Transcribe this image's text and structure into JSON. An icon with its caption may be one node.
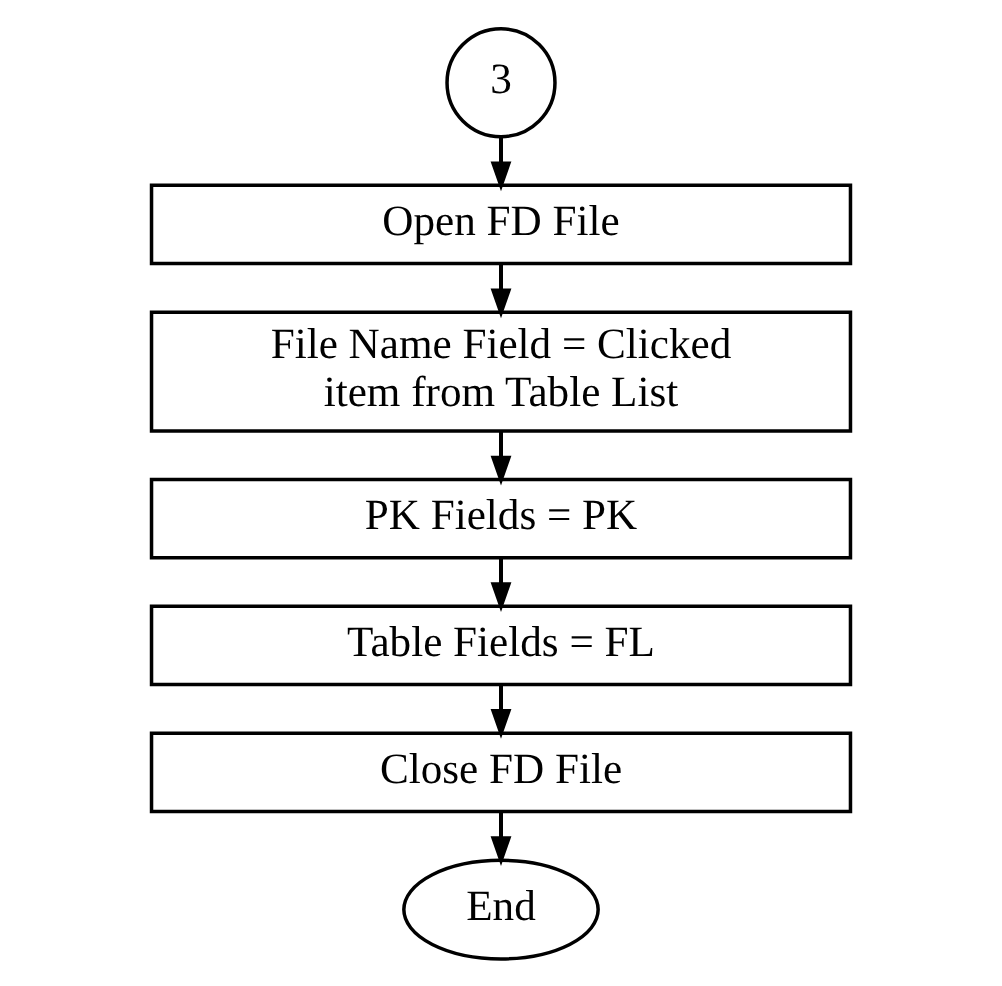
{
  "diagram": {
    "nodes": [
      {
        "text": [
          "3"
        ]
      },
      {
        "text": [
          "Open FD File"
        ]
      },
      {
        "text": [
          "File Name Field = Clicked item from Table List"
        ]
      },
      {
        "text": [
          "PK Fields = PK"
        ]
      },
      {
        "text": [
          "Table Fields = FL"
        ]
      },
      {
        "text": [
          "Close FD File"
        ]
      },
      {
        "text": [
          "End"
        ]
      }
    ],
    "edges": [
      {
        "from": 0,
        "to": 1,
        "arrow": "to"
      },
      {
        "from": 1,
        "to": 2,
        "arrow": "to"
      },
      {
        "from": 2,
        "to": 3,
        "arrow": "to"
      },
      {
        "from": 3,
        "to": 4,
        "arrow": "to"
      },
      {
        "from": 4,
        "to": 5,
        "arrow": "to"
      },
      {
        "from": 5,
        "to": 6,
        "arrow": "to"
      }
    ]
  }
}
